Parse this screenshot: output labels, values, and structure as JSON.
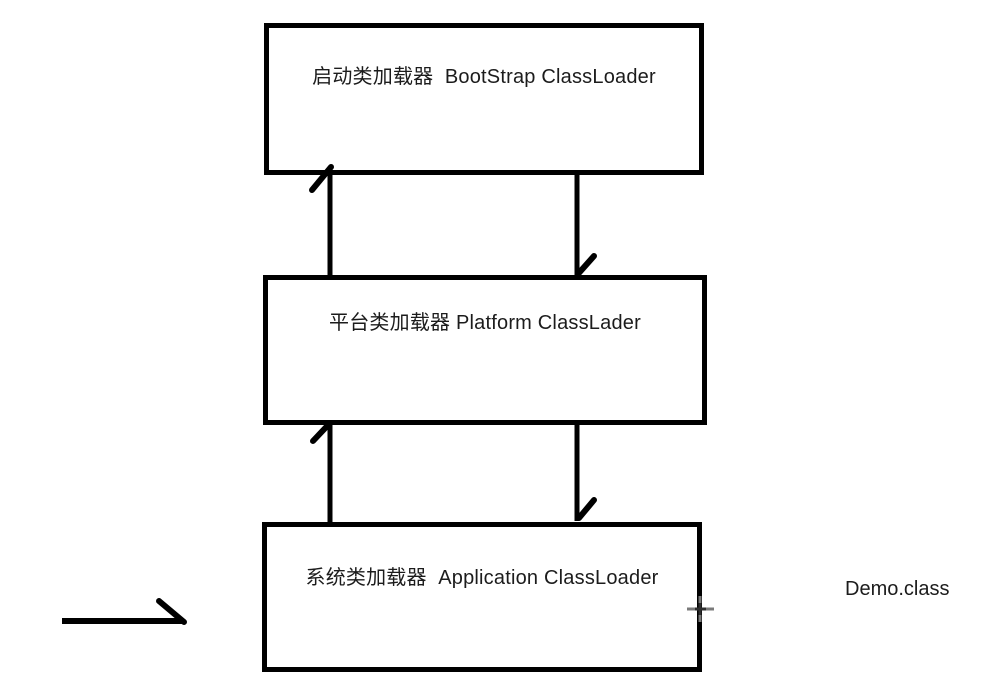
{
  "diagram": {
    "boxes": [
      {
        "id": "bootstrap",
        "label": "启动类加载器  BootStrap ClassLoader"
      },
      {
        "id": "platform",
        "label": "平台类加载器 Platform ClassLader"
      },
      {
        "id": "application",
        "label": "系统类加载器  Application ClassLoader"
      }
    ],
    "side_label": "Demo.class",
    "colors": {
      "stroke": "#000000",
      "background": "#ffffff",
      "cursor_gray": "#7a7a7a",
      "cursor_center": "#2e2e2e"
    }
  }
}
